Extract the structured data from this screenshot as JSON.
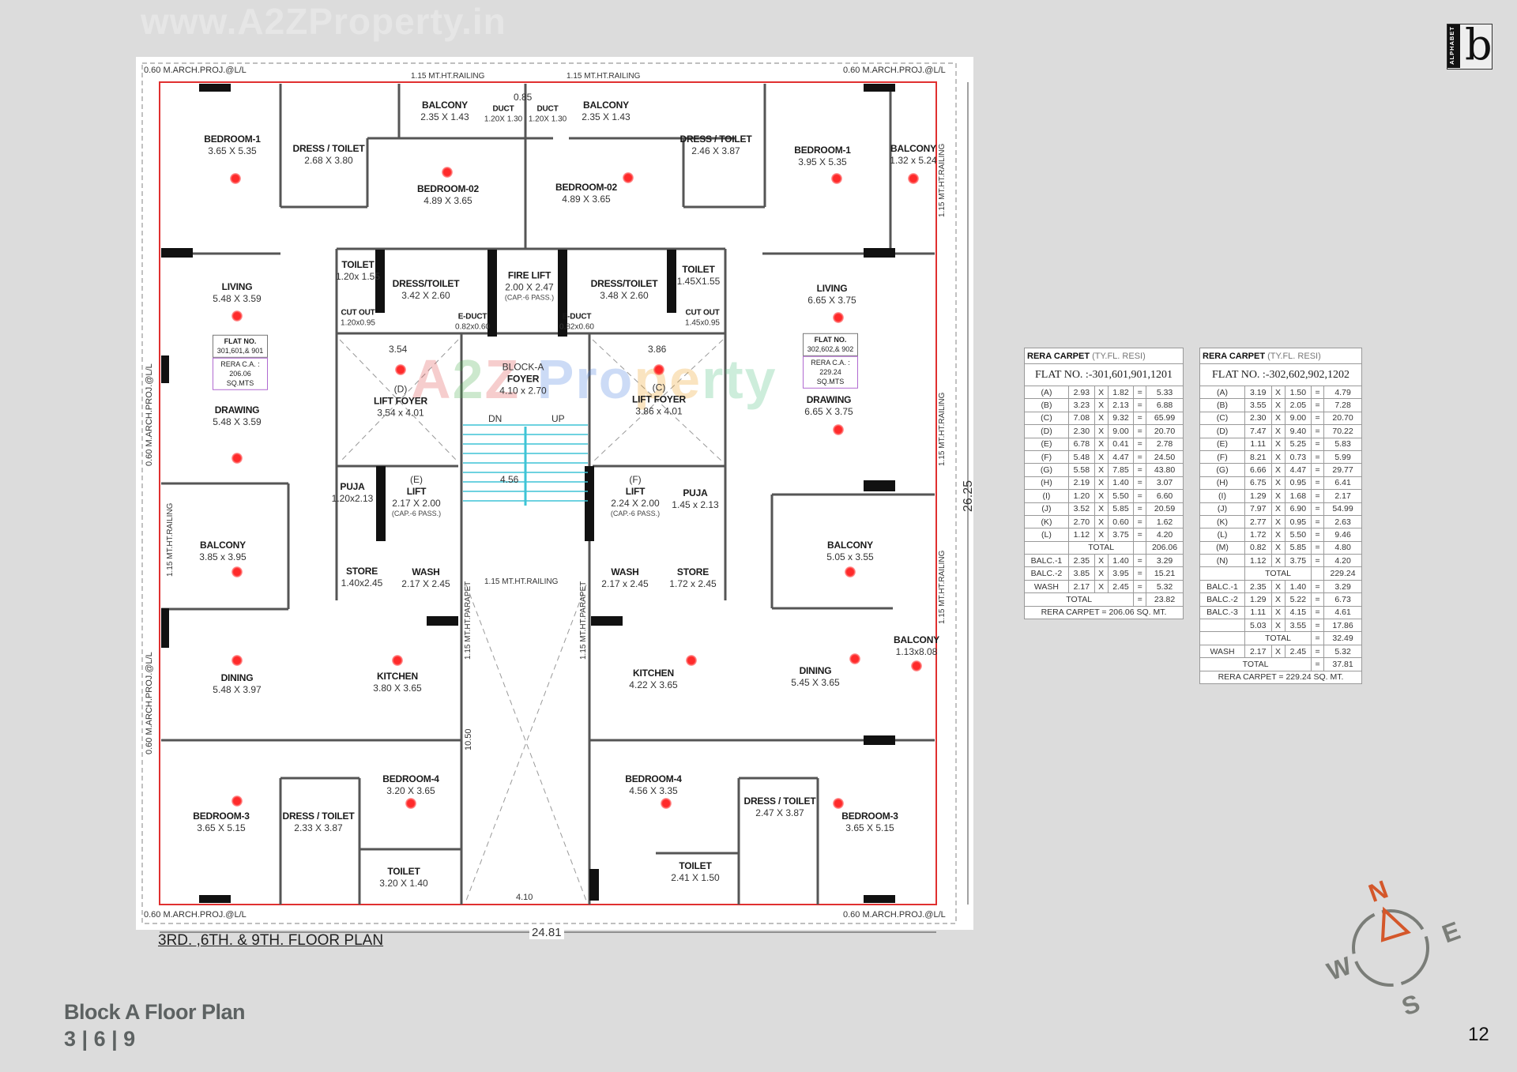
{
  "watermark": {
    "site": "www.A2ZProperty.in",
    "center_parts": [
      "A",
      "2",
      "Z",
      " Pro",
      "pe",
      "rty"
    ]
  },
  "logo": {
    "vertical_text": "ALPHABET",
    "letter": "b"
  },
  "plan": {
    "title": "3RD. ,6TH. & 9TH. FLOOR PLAN",
    "rooms": [
      {
        "name": "BEDROOM-1",
        "dims": "3.65 X 5.35"
      },
      {
        "name": "DRESS / TOILET",
        "dims": "2.68 X 3.80"
      },
      {
        "name": "BALCONY",
        "dims": "2.35 X 1.43"
      },
      {
        "name": "BEDROOM-02",
        "dims": "4.89 X 3.65"
      },
      {
        "name": "BEDROOM-02",
        "dims": "4.89 X 3.65"
      },
      {
        "name": "BALCONY",
        "dims": "2.35 X 1.43"
      },
      {
        "name": "DRESS / TOILET",
        "dims": "2.46 X 3.87"
      },
      {
        "name": "BEDROOM-1",
        "dims": "3.95 X 5.35"
      },
      {
        "name": "BALCONY",
        "dims": "1.32 x 5.24"
      },
      {
        "name": "LIVING",
        "dims": "5.48 X 3.59"
      },
      {
        "name": "TOILET",
        "dims": "1.20x 1.55"
      },
      {
        "name": "DRESS/TOILET",
        "dims": "3.42 X 2.60"
      },
      {
        "name": "FIRE LIFT",
        "dims": "2.00 X 2.47",
        "cap": "(CAP.-6 PASS.)"
      },
      {
        "name": "DRESS/TOILET",
        "dims": "3.48 X 2.60"
      },
      {
        "name": "TOILET",
        "dims": "1.45X1.55"
      },
      {
        "name": "LIVING",
        "dims": "6.65 X 3.75"
      },
      {
        "name": "LIFT FOYER",
        "dims": "3.54 x 4.01",
        "tag": "(D)"
      },
      {
        "name": "FOYER",
        "dims": "4.10 x 2.70",
        "tag": "BLOCK-A"
      },
      {
        "name": "LIFT FOYER",
        "dims": "3.86 x 4.01",
        "tag": "(C)"
      },
      {
        "name": "DRAWING",
        "dims": "5.48 X 3.59"
      },
      {
        "name": "DRAWING",
        "dims": "6.65 X 3.75"
      },
      {
        "name": "PUJA",
        "dims": "1.20x2.13"
      },
      {
        "name": "LIFT",
        "dims": "2.17 X 2.00",
        "cap": "(CAP.-6 PASS.)",
        "tag": "(E)"
      },
      {
        "name": "LIFT",
        "dims": "2.24 X 2.00",
        "cap": "(CAP.-6 PASS.)",
        "tag": "(F)"
      },
      {
        "name": "PUJA",
        "dims": "1.45 x 2.13"
      },
      {
        "name": "BALCONY",
        "dims": "3.85 x 3.95"
      },
      {
        "name": "BALCONY",
        "dims": "5.05 x 3.55"
      },
      {
        "name": "STORE",
        "dims": "1.40x2.45"
      },
      {
        "name": "WASH",
        "dims": "2.17 X 2.45"
      },
      {
        "name": "WASH",
        "dims": "2.17 x 2.45"
      },
      {
        "name": "STORE",
        "dims": "1.72 x 2.45"
      },
      {
        "name": "BALCONY",
        "dims": "1.13x8.08"
      },
      {
        "name": "DINING",
        "dims": "5.48 X 3.97"
      },
      {
        "name": "KITCHEN",
        "dims": "3.80 X 3.65"
      },
      {
        "name": "KITCHEN",
        "dims": "4.22 X 3.65"
      },
      {
        "name": "DINING",
        "dims": "5.45 X 3.65"
      },
      {
        "name": "BEDROOM-3",
        "dims": "3.65 X 5.15"
      },
      {
        "name": "DRESS / TOILET",
        "dims": "2.33 X 3.87"
      },
      {
        "name": "BEDROOM-4",
        "dims": "3.20 X 3.65"
      },
      {
        "name": "TOILET",
        "dims": "3.20 X 1.40"
      },
      {
        "name": "BEDROOM-4",
        "dims": "4.56 X 3.35"
      },
      {
        "name": "DRESS / TOILET",
        "dims": "2.47 X 3.87"
      },
      {
        "name": "TOILET",
        "dims": "2.41 X 1.50"
      },
      {
        "name": "BEDROOM-3",
        "dims": "3.65 X 5.15"
      },
      {
        "name": "CUT OUT",
        "dims": "1.20x0.95"
      },
      {
        "name": "CUT OUT",
        "dims": "1.45x0.95"
      },
      {
        "name": "DUCT",
        "dims": "1.20X 1.30"
      },
      {
        "name": "DUCT",
        "dims": "1.20X 1.30"
      },
      {
        "name": "E-DUCT",
        "dims": "0.82x0.60"
      },
      {
        "name": "E-DUCT",
        "dims": "0.82x0.60"
      }
    ],
    "flat_boxes": [
      {
        "label": "FLAT NO.",
        "flats": "301,601,& 901",
        "rera_label": "RERA C.A. :",
        "rera_value": "206.06 SQ.MTS"
      },
      {
        "label": "FLAT NO.",
        "flats": "302,602,& 902",
        "rera_label": "RERA C.A. :",
        "rera_value": "229.24 SQ.MTS"
      }
    ],
    "annotations": {
      "arch_proj": "0.60 M.ARCH.PROJ.@L/L",
      "railing": "1.15 MT.HT.RAILING",
      "parapet": "1.15 MT.HT.PARAPET",
      "stair_railing": "1.15 MT.HT.RAILING",
      "dim_height": "26.25",
      "dim_width": "24.81",
      "dim_passage": "10.50",
      "dim_bottom": "4.10",
      "dim_foyer_left": "3.54",
      "dim_foyer_right": "3.86",
      "dim_stair": "4.56",
      "stair_dn": "DN",
      "stair_up": "UP",
      "dim_085": "0.85"
    }
  },
  "tables": [
    {
      "title": "RERA CARPET",
      "subtitle": "(TY.FL. RESI)",
      "flat": "FLAT NO. :-301,601,901,1201",
      "rows": [
        [
          "(A)",
          "2.93",
          "1.82",
          "5.33"
        ],
        [
          "(B)",
          "3.23",
          "2.13",
          "6.88"
        ],
        [
          "(C)",
          "7.08",
          "9.32",
          "65.99"
        ],
        [
          "(D)",
          "2.30",
          "9.00",
          "20.70"
        ],
        [
          "(E)",
          "6.78",
          "0.41",
          "2.78"
        ],
        [
          "(F)",
          "5.48",
          "4.47",
          "24.50"
        ],
        [
          "(G)",
          "5.58",
          "7.85",
          "43.80"
        ],
        [
          "(H)",
          "2.19",
          "1.40",
          "3.07"
        ],
        [
          "(I)",
          "1.20",
          "5.50",
          "6.60"
        ],
        [
          "(J)",
          "3.52",
          "5.85",
          "20.59"
        ],
        [
          "(K)",
          "2.70",
          "0.60",
          "1.62"
        ],
        [
          "(L)",
          "1.12",
          "3.75",
          "4.20"
        ]
      ],
      "total_label": "TOTAL",
      "total": "206.06",
      "extra": [
        [
          "BALC.-1",
          "2.35",
          "1.40",
          "3.29"
        ],
        [
          "BALC.-2",
          "3.85",
          "3.95",
          "15.21"
        ],
        [
          "WASH",
          "2.17",
          "2.45",
          "5.32"
        ]
      ],
      "extra_total": "23.82",
      "footer": "RERA CARPET   = 206.06 SQ. MT."
    },
    {
      "title": "RERA CARPET",
      "subtitle": "(TY.FL. RESI)",
      "flat": "FLAT NO. :-302,602,902,1202",
      "rows": [
        [
          "(A)",
          "3.19",
          "1.50",
          "4.79"
        ],
        [
          "(B)",
          "3.55",
          "2.05",
          "7.28"
        ],
        [
          "(C)",
          "2.30",
          "9.00",
          "20.70"
        ],
        [
          "(D)",
          "7.47",
          "9.40",
          "70.22"
        ],
        [
          "(E)",
          "1.11",
          "5.25",
          "5.83"
        ],
        [
          "(F)",
          "8.21",
          "0.73",
          "5.99"
        ],
        [
          "(G)",
          "6.66",
          "4.47",
          "29.77"
        ],
        [
          "(H)",
          "6.75",
          "0.95",
          "6.41"
        ],
        [
          "(I)",
          "1.29",
          "1.68",
          "2.17"
        ],
        [
          "(J)",
          "7.97",
          "6.90",
          "54.99"
        ],
        [
          "(K)",
          "2.77",
          "0.95",
          "2.63"
        ],
        [
          "(L)",
          "1.72",
          "5.50",
          "9.46"
        ],
        [
          "(M)",
          "0.82",
          "5.85",
          "4.80"
        ],
        [
          "(N)",
          "1.12",
          "3.75",
          "4.20"
        ]
      ],
      "total_label": "TOTAL",
      "total": "229.24",
      "extra": [
        [
          "BALC.-1",
          "2.35",
          "1.40",
          "3.29"
        ],
        [
          "BALC.-2",
          "1.29",
          "5.22",
          "6.73"
        ],
        [
          "BALC.-3",
          "1.11",
          "4.15",
          "4.61"
        ],
        [
          "",
          "5.03",
          "3.55",
          "17.86"
        ]
      ],
      "extra_total": "32.49",
      "wash": [
        "WASH",
        "2.17",
        "2.45",
        "5.32"
      ],
      "grand_total": "37.81",
      "footer": "RERA CARPET   = 229.24 SQ. MT."
    }
  ],
  "symbols": {
    "times": "X",
    "equals": "="
  },
  "compass": {
    "n": "N",
    "e": "E",
    "s": "S",
    "w": "W",
    "accent": "#d4572a",
    "ring": "#7a7d78"
  },
  "footer": {
    "title": "Block A Floor Plan",
    "floors": "3 | 6 | 9",
    "page": "12"
  },
  "colors": {
    "wall_outline": "#e03030",
    "page_bg": "#dcdcdc",
    "fixture": "#ff2a2a"
  }
}
